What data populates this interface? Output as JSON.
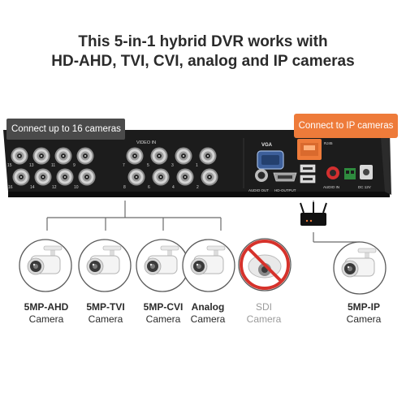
{
  "headline": {
    "line1": "This 5-in-1 hybrid DVR works with",
    "line2": "HD-AHD, TVI, CVI, analog and IP cameras"
  },
  "callouts": {
    "left": "Connect up to 16 cameras",
    "right": "Connect to IP cameras"
  },
  "panel": {
    "video_in": "VIDEO IN",
    "vga": "VGA",
    "rj45": "RJ45",
    "audio_out": "AUDIO OUT",
    "hd_output": "HD-OUTPUT",
    "audio_in": "AUDIO IN",
    "dc": "DC 12V",
    "top_numbers": [
      "15",
      "13",
      "11",
      "9",
      "7",
      "5",
      "3",
      "1"
    ],
    "bottom_numbers": [
      "16",
      "14",
      "12",
      "10",
      "8",
      "6",
      "4",
      "2"
    ]
  },
  "cameras": [
    {
      "model": "5MP-AHD",
      "label": "Camera",
      "supported": true
    },
    {
      "model": "5MP-TVI",
      "label": "Camera",
      "supported": true
    },
    {
      "model": "5MP-CVI",
      "label": "Camera",
      "supported": true
    },
    {
      "model": "Analog",
      "label": "Camera",
      "supported": true
    },
    {
      "model": "SDI",
      "label": "Camera",
      "supported": false
    },
    {
      "model": "5MP-IP",
      "label": "Camera",
      "supported": true
    }
  ],
  "colors": {
    "accent_orange": "#ee7b3a",
    "callout_dark": "#4a4a4a",
    "no_sign_red": "#d6322b",
    "chassis": "#1c1c1c"
  }
}
